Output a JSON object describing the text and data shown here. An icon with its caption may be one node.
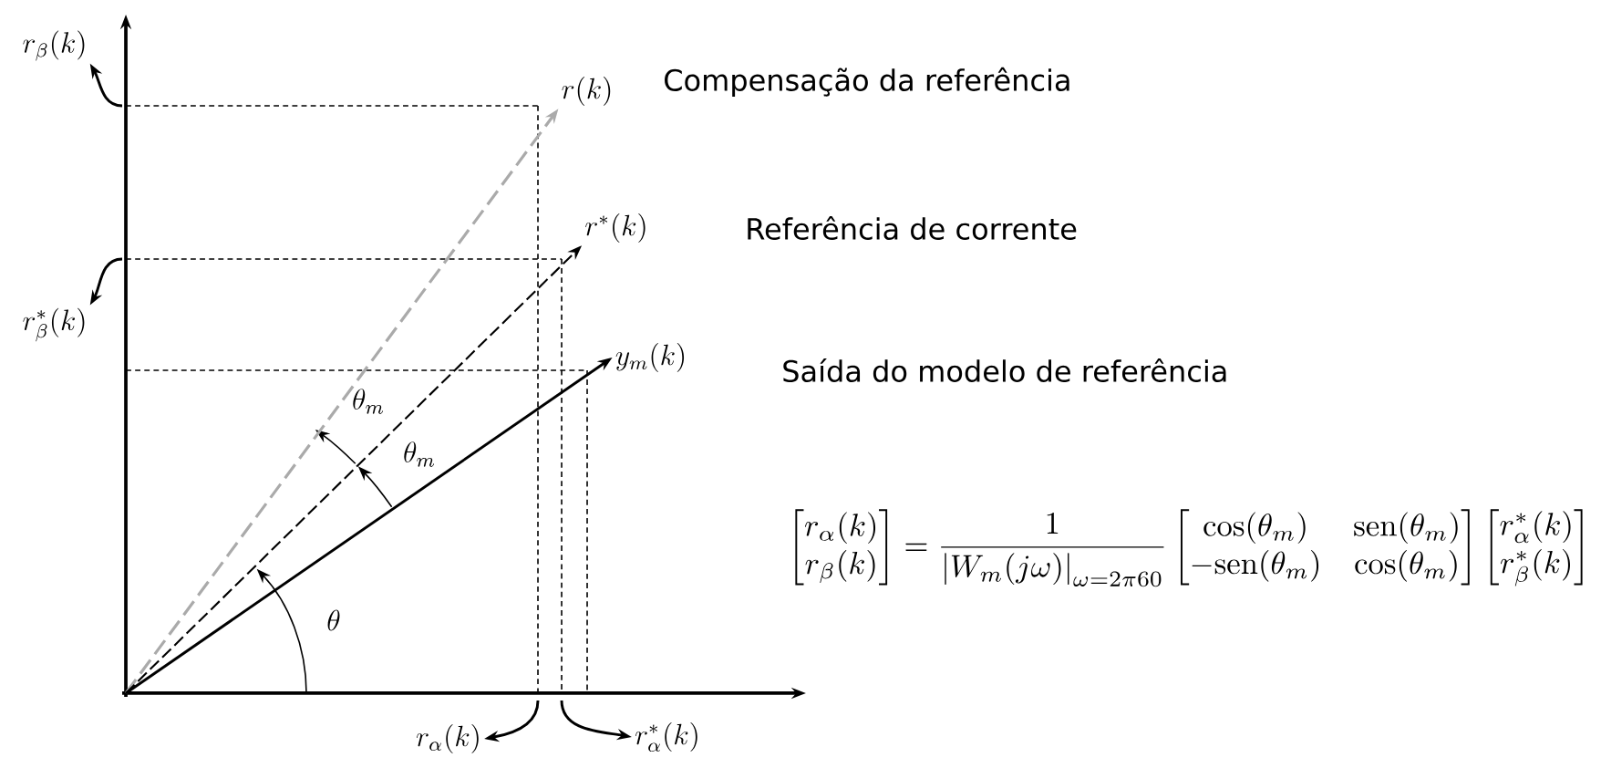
{
  "diagram": {
    "nodes": [
      {
        "text": [
          "r(k)"
        ]
      },
      {
        "text": [
          "r^*(k)"
        ]
      },
      {
        "text": [
          "y_m(k)"
        ]
      },
      {
        "text": [
          "r_\\beta(k)"
        ]
      },
      {
        "text": [
          "r_\\beta^*(k)"
        ]
      },
      {
        "text": [
          "r_\\alpha(k)"
        ]
      },
      {
        "text": [
          "r_\\alpha^*(k)"
        ]
      }
    ],
    "edges": [
      {
        "from": null,
        "to": 0,
        "arrow": "to",
        "style": "dashed",
        "color": "#aaaaaa"
      },
      {
        "from": null,
        "to": 1,
        "arrow": "to",
        "style": "dashed"
      },
      {
        "from": null,
        "to": 2,
        "arrow": "to"
      },
      {
        "from": null,
        "to": 3,
        "arrow": "to"
      },
      {
        "from": null,
        "to": 4,
        "arrow": "to"
      },
      {
        "from": null,
        "to": 5,
        "arrow": "to"
      },
      {
        "from": null,
        "to": 6,
        "arrow": "to"
      }
    ],
    "labels": [
      "Compensação da referência",
      "Referência de corrente",
      "Saída do modelo de referência",
      "\\theta_m",
      "\\theta_m",
      "\\theta",
      "\\begin{bmatrix} r_\\alpha(k)\\\\ r_\\beta(k)\\end{bmatrix}=\\frac{1}{\\left|W_m(j\\omega)\\right|_{\\omega=2\\pi60}}\\begin{bmatrix}\\cos(\\theta_m) & \\mathrm{sen}(\\theta_m)\\\\ -\\mathrm{sen}(\\theta_m) & \\cos(\\theta_m)\\end{bmatrix}\\begin{bmatrix} r_\\alpha^*(k)\\\\ r_\\beta^*(k)\\end{bmatrix}"
    ]
  }
}
